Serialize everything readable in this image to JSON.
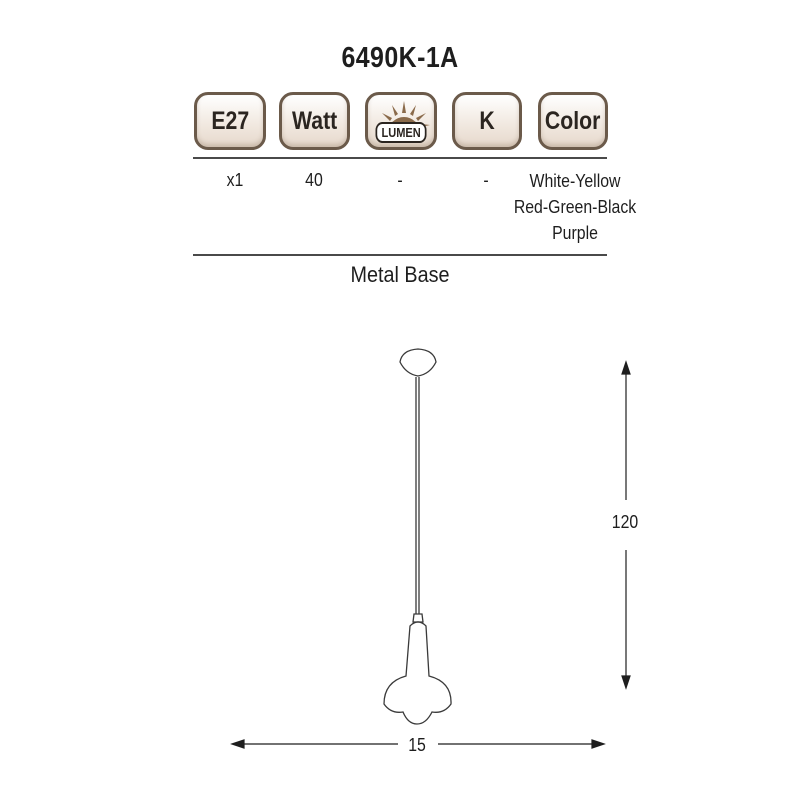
{
  "product": {
    "code": "6490K-1A"
  },
  "badges": {
    "socket": "E27",
    "watt": "Watt",
    "lumen": "LUMEN",
    "kelvin": "K",
    "color": "Color"
  },
  "specs": {
    "socket_value": "x1",
    "watt_value": "40",
    "lumen_value": "-",
    "kelvin_value": "-",
    "colors": [
      "White-Yellow",
      "Red-Green-Black",
      "Purple"
    ]
  },
  "base_label": "Metal Base",
  "dimensions": {
    "height": "120",
    "width": "15"
  },
  "colors": {
    "badge_border": "#6b5a4a",
    "sun": "#8a6a4a",
    "lamp_line": "#3a3a3a"
  }
}
